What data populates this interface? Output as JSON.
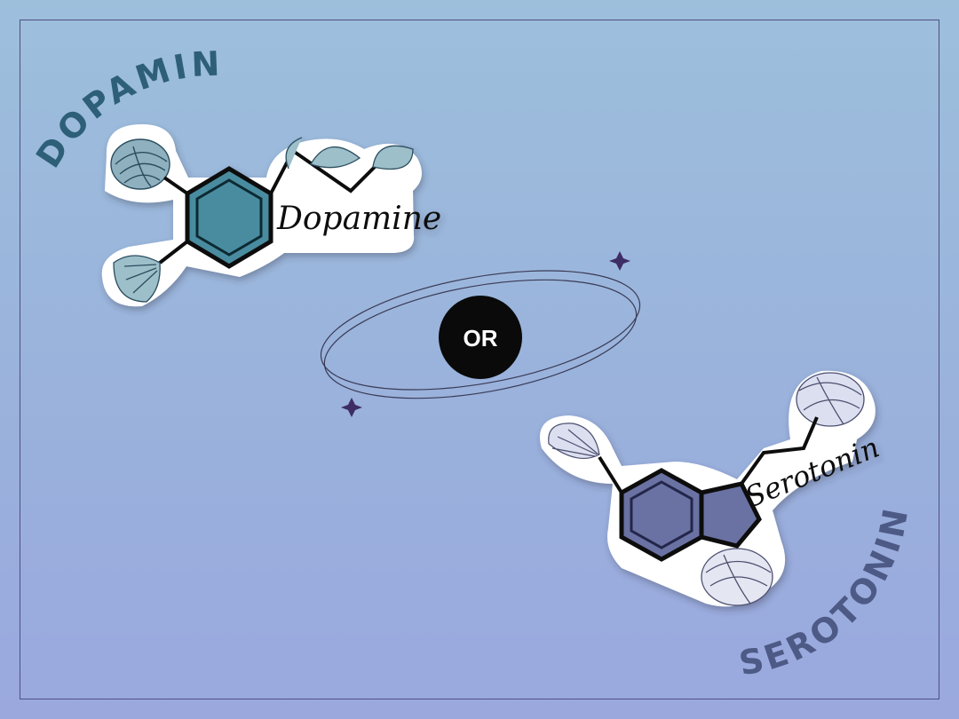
{
  "heading_left": "DOPAMINE",
  "heading_right": "SEROTONIN",
  "separator_label": "OR",
  "sticker_dopamine_label": "Dopamine",
  "sticker_serotonin_label": "Serotonin",
  "colors": {
    "background_top": "#9dbfdc",
    "background_bottom": "#9aa8de",
    "frame": "#4f4f86",
    "dopamine_accent": "#2f6a7d",
    "dopamine_ring": "#4f8ea2",
    "serotonin_accent": "#46507f",
    "serotonin_ring": "#6a73a3",
    "or_circle": "#0a0a0a",
    "sparkle": "#3e2c66"
  },
  "icons": [
    "sparkle-icon",
    "flower-icon",
    "ginkgo-leaf-icon"
  ]
}
